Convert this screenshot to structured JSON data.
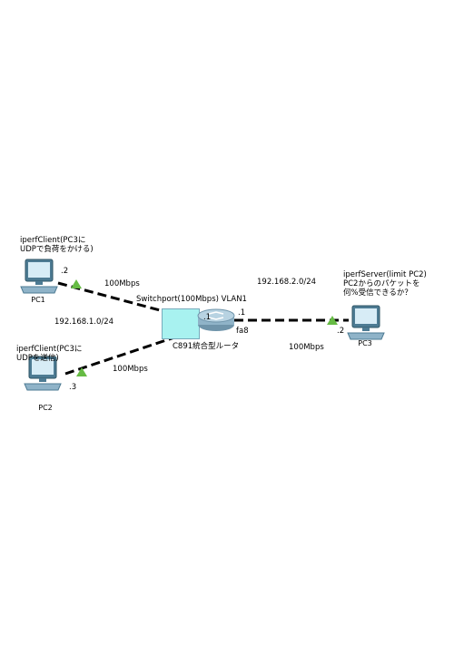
{
  "devices": {
    "pc1": {
      "name": "PC1",
      "note_line1": "iperfClient(PC3に",
      "note_line2": "UDPで負荷をかける)",
      "ip_suffix": ".2",
      "icon": "desktop-pc-icon"
    },
    "pc2": {
      "name": "PC2",
      "note_line1": "iperfClient(PC3に",
      "note_line2": "UDPを送信)",
      "ip_suffix": ".3",
      "icon": "desktop-pc-icon"
    },
    "pc3": {
      "name": "PC3",
      "note_line1": "iperfServer(limit PC2)",
      "note_line2": "PC2からのパケットを",
      "note_line3": "何%受信できるか？",
      "ip_suffix": ".2",
      "icon": "desktop-pc-icon"
    },
    "router": {
      "name": "C891統合型ルータ",
      "switchport_label": "Switchport(100Mbps) VLAN1",
      "lan_ip_suffix": ".1",
      "wan_ip_suffix": ".1",
      "wan_port": "fa8",
      "icon": "router-icon"
    }
  },
  "links": {
    "pc1_speed": "100Mbps",
    "pc2_speed": "100Mbps",
    "pc3_speed": "100Mbps"
  },
  "networks": {
    "lan": "192.168.1.0/24",
    "wan": "192.168.2.0/24"
  },
  "colors": {
    "link": "#000000",
    "link_up": "#66bb44",
    "switch_fill": "#a8f2f0",
    "router_body": "#8fb3c8"
  }
}
